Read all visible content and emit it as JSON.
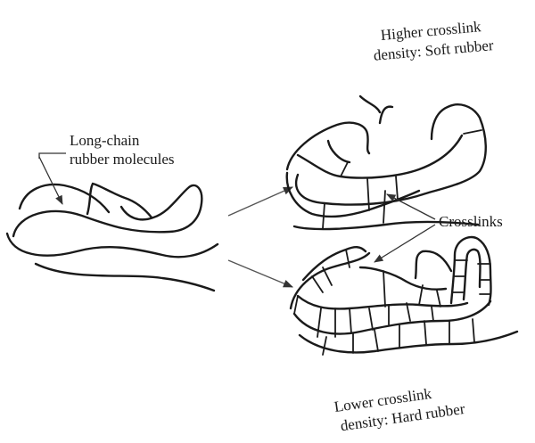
{
  "labels": {
    "raw_line1": "Long-chain",
    "raw_line2": "rubber molecules",
    "top_line1": "Higher crosslink",
    "top_line2": "density: Soft rubber",
    "crosslinks": "Crosslinks",
    "bottom_line1": "Lower crosslink",
    "bottom_line2": "density: Hard rubber"
  },
  "colors": {
    "chain": "#1a1a1a",
    "arrow": "#555555",
    "background": "#ffffff"
  }
}
